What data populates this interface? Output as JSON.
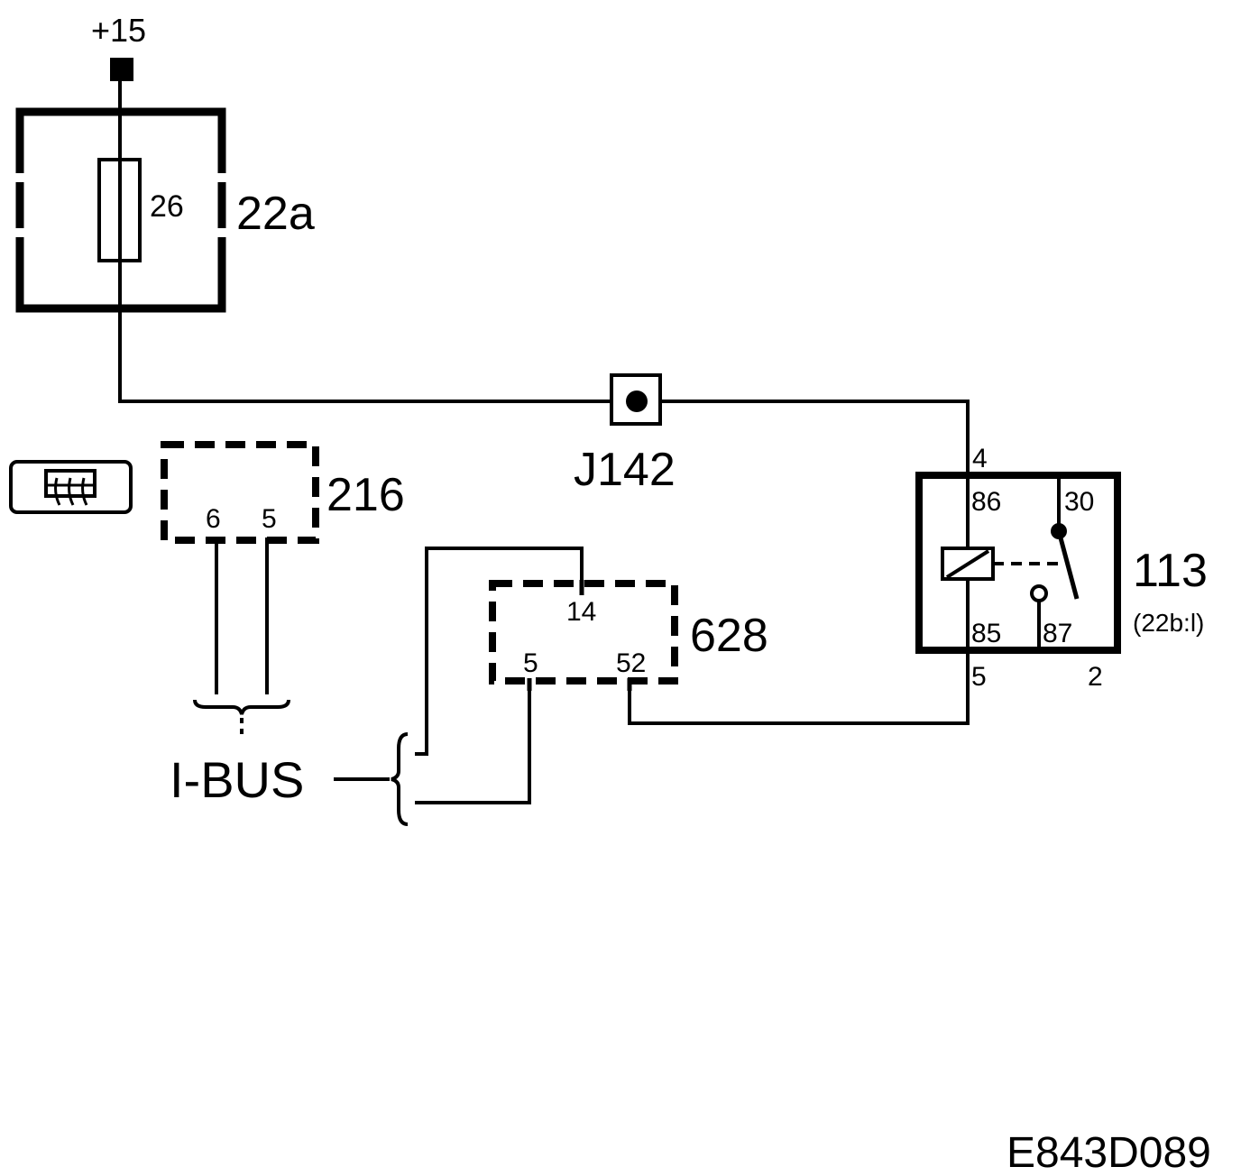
{
  "supply": {
    "label": "+15"
  },
  "fuse_box": {
    "id": "22a",
    "fuse_number": "26"
  },
  "junction": {
    "id": "J142"
  },
  "relay": {
    "id": "113",
    "ref": "(22b:l)",
    "top_pin": "4",
    "bottom_left_pin": "5",
    "bottom_right_pin": "2",
    "terminals": {
      "t86": "86",
      "t30": "30",
      "t85": "85",
      "t87": "87"
    }
  },
  "module_216": {
    "id": "216",
    "pin_a": "6",
    "pin_b": "5"
  },
  "module_628": {
    "id": "628",
    "pin_a": "14",
    "pin_b": "5",
    "pin_c": "52"
  },
  "bus": {
    "label": "I-BUS"
  },
  "diagram_code": "E843D089",
  "icon": "rear-window-defroster-icon"
}
